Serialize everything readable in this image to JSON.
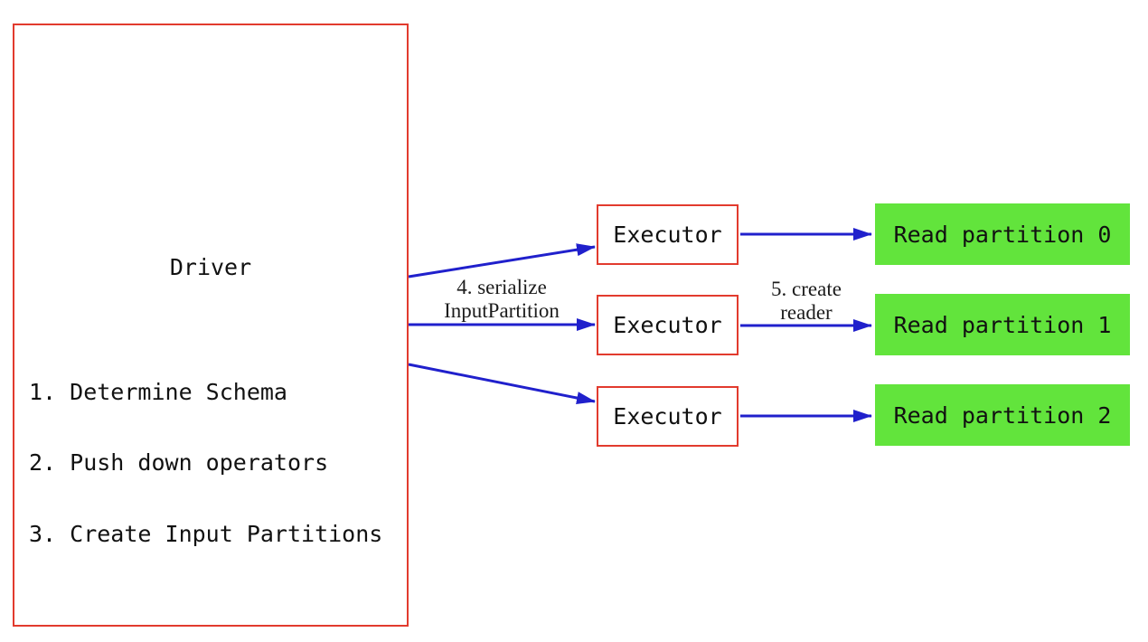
{
  "diagram": {
    "driver": {
      "title": "Driver",
      "steps": [
        "1. Determine Schema",
        "2. Push down operators",
        "3. Create Input Partitions"
      ]
    },
    "executors": [
      {
        "label": "Executor"
      },
      {
        "label": "Executor"
      },
      {
        "label": "Executor"
      }
    ],
    "partitions": [
      {
        "label": "Read partition 0"
      },
      {
        "label": "Read partition 1"
      },
      {
        "label": "Read partition 2"
      }
    ],
    "edge_labels": {
      "serialize": {
        "line1": "4. serialize",
        "line2": "InputPartition"
      },
      "create_reader": {
        "line1": "5. create",
        "line2": "reader"
      }
    },
    "colors": {
      "box_border_red": "#e23b2e",
      "partition_green": "#62e43c",
      "arrow_blue": "#2020cc",
      "text_color": "#111111",
      "background": "#ffffff"
    }
  }
}
